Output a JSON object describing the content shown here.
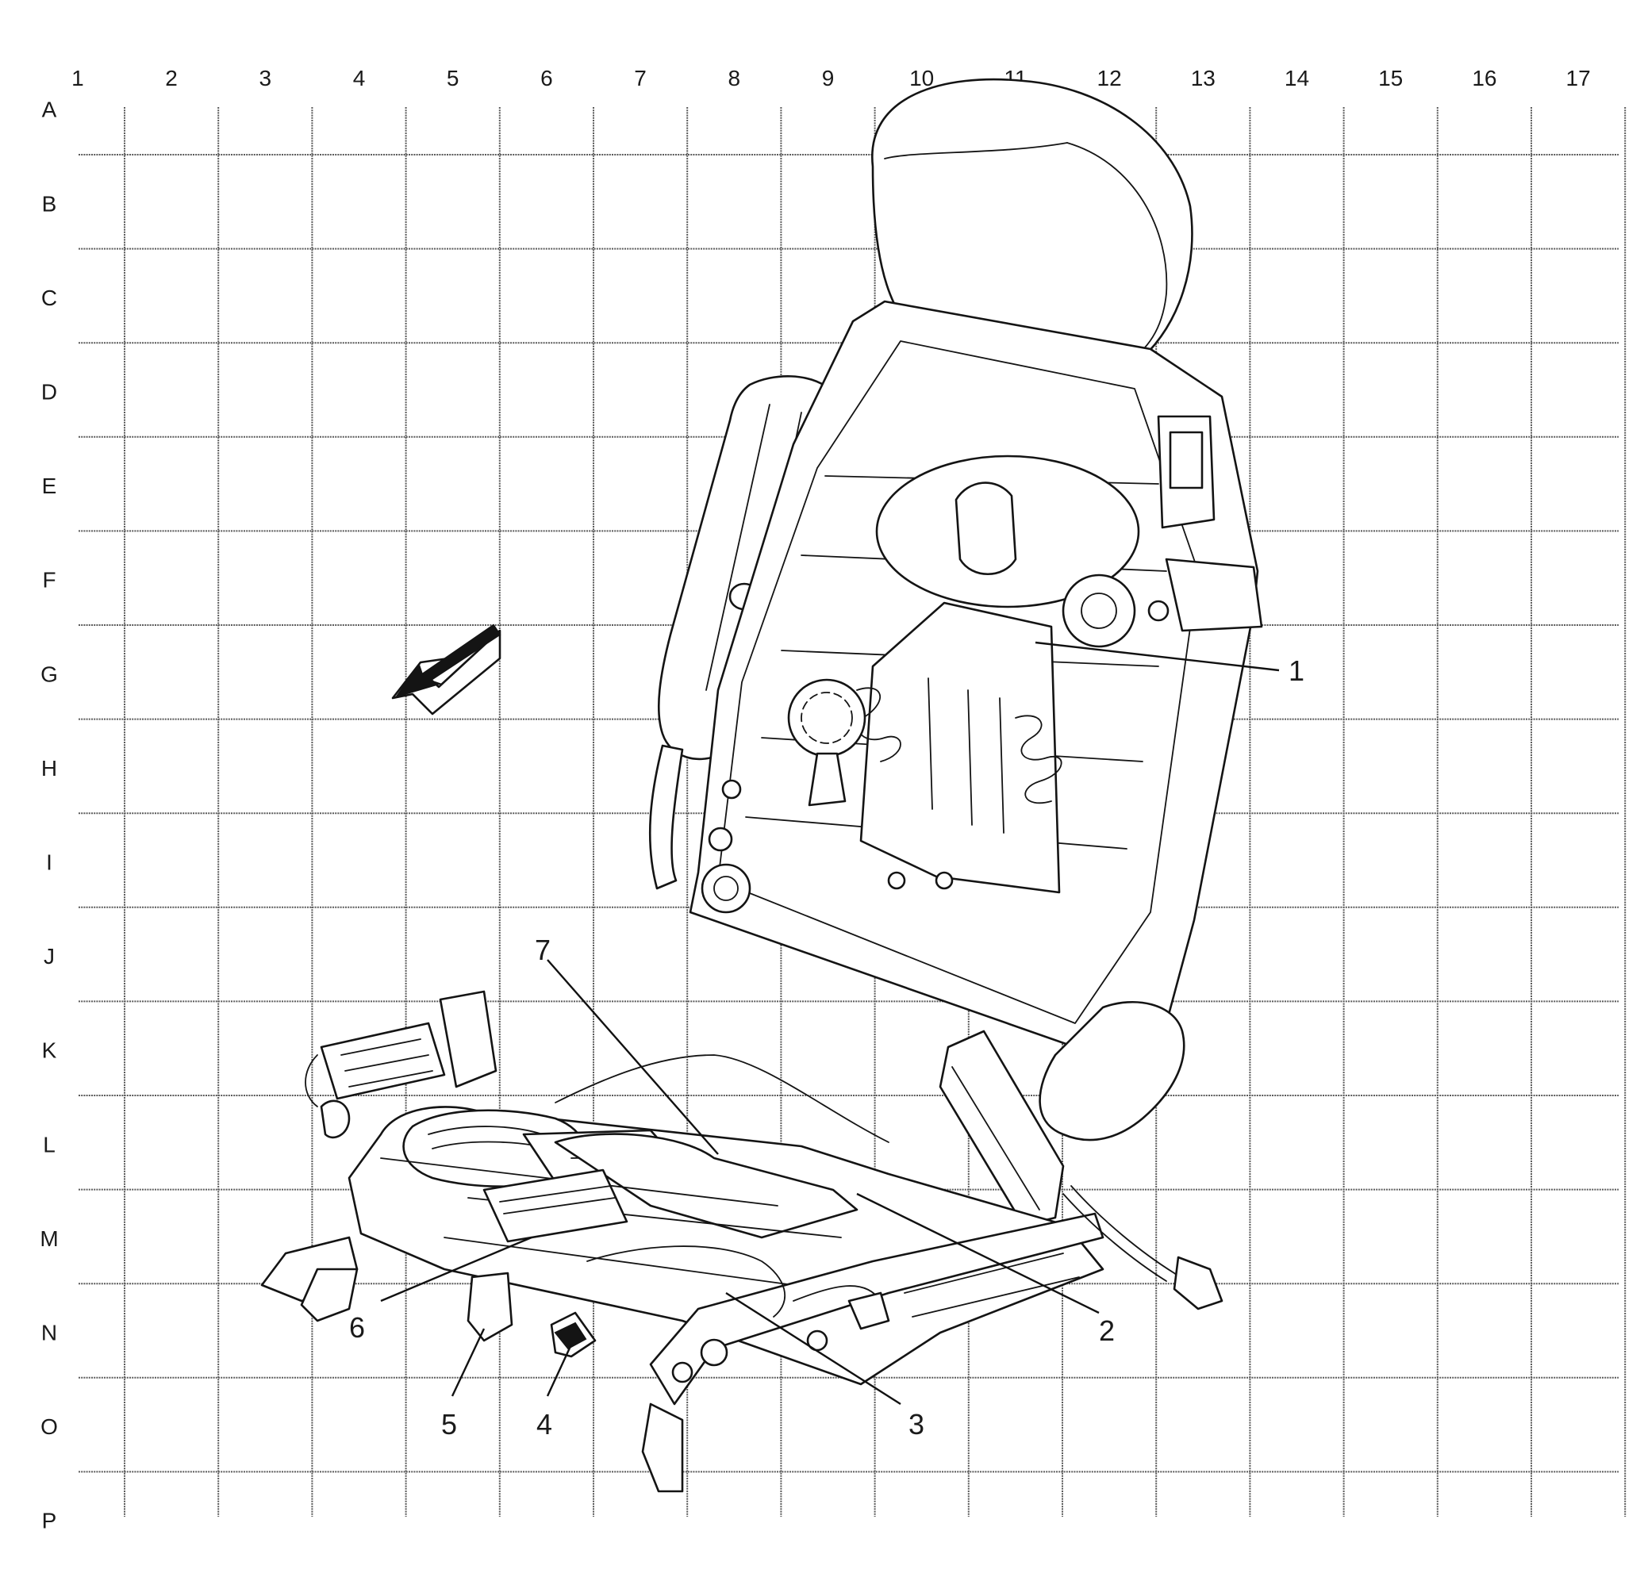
{
  "grid": {
    "columns": [
      "1",
      "2",
      "3",
      "4",
      "5",
      "6",
      "7",
      "8",
      "9",
      "10",
      "11",
      "12",
      "13",
      "14",
      "15",
      "16",
      "17"
    ],
    "rows": [
      "A",
      "B",
      "C",
      "D",
      "E",
      "F",
      "G",
      "H",
      "I",
      "J",
      "K",
      "L",
      "M",
      "N",
      "O",
      "P"
    ]
  },
  "callouts": [
    {
      "id": "callout-1",
      "label": "1"
    },
    {
      "id": "callout-2",
      "label": "2"
    },
    {
      "id": "callout-3",
      "label": "3"
    },
    {
      "id": "callout-4",
      "label": "4"
    },
    {
      "id": "callout-5",
      "label": "5"
    },
    {
      "id": "callout-6",
      "label": "6"
    },
    {
      "id": "callout-7",
      "label": "7"
    }
  ],
  "illustration": {
    "subject": "seat-frame-assembly-icon",
    "direction_indicator": "front-direction-arrow-icon"
  }
}
